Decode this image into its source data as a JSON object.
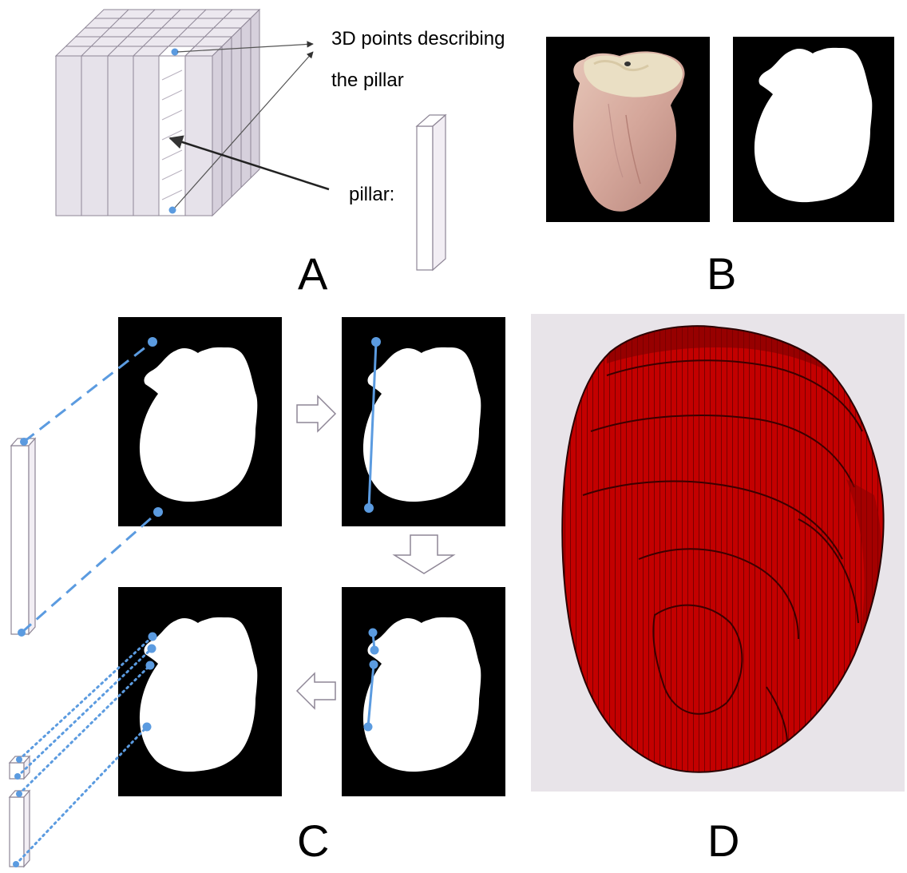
{
  "panels": {
    "A": {
      "letter": "A",
      "annotation_points": "3D points describing",
      "annotation_points_line2": "the pillar",
      "annotation_pillar": "pillar:"
    },
    "B": {
      "letter": "B"
    },
    "C": {
      "letter": "C"
    },
    "D": {
      "letter": "D"
    }
  },
  "colors": {
    "point_blue": "#5b9be0",
    "heart_red": "#c40000",
    "mask_white": "#ffffff",
    "background_black": "#000000",
    "cube_fill": "#e6e2ea",
    "render_bg": "#e8e4e9"
  },
  "icons": {
    "arrow_right": "hollow-right-arrow-icon",
    "arrow_down": "hollow-down-arrow-icon",
    "arrow_left": "hollow-left-arrow-icon"
  }
}
